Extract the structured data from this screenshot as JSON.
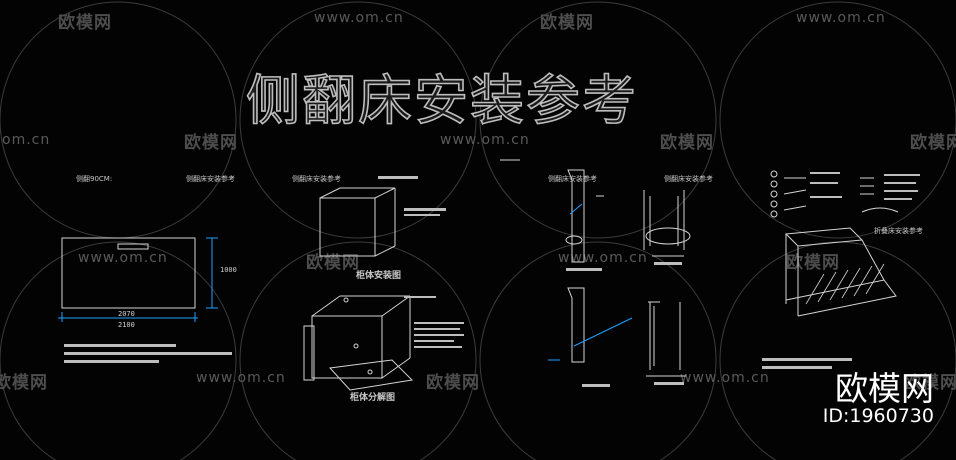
{
  "title": "侧翻床安装参考",
  "watermark_brand": "欧模网",
  "watermark_url": "www.om.cn",
  "watermark_url_cut": "om.cn",
  "caption_small_1": "侧翻90CM:",
  "caption_small_2": "侧翻床安装参考",
  "caption_small_3": "侧翻床安装参考",
  "caption_small_4": "侧翻床安装参考",
  "caption_small_5": "侧翻床安装参考",
  "caption_small_6": "折叠床安装参考",
  "caption_assembly": "柜体安装图",
  "caption_parts": "柜体分解图",
  "dims": {
    "height": "1000",
    "width_a": "2070",
    "width_b": "2100"
  },
  "brand_logo": "欧模网",
  "brand_id": "ID:1960730",
  "colors": {
    "background": "#030303",
    "line": "#d4d4d4",
    "dimension": "#1ea0ff",
    "watermark": "#5a5a5a"
  }
}
